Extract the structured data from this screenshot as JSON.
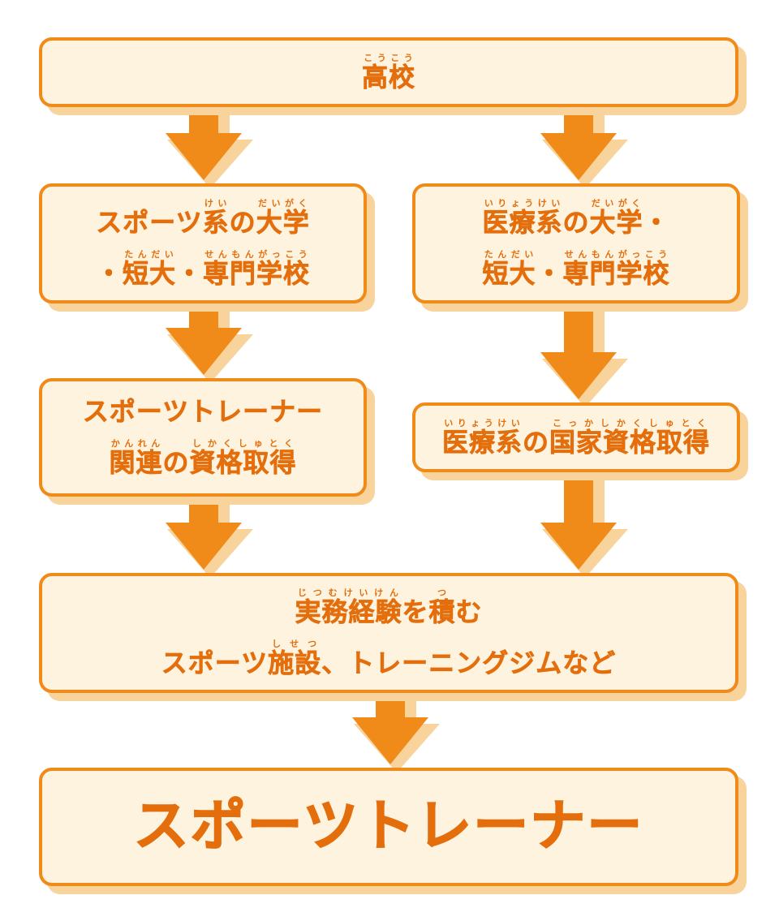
{
  "colors": {
    "accent": "#f08a18",
    "text": "#e46e0c",
    "fill": "#fdf3df",
    "shadow": "#f8d39b"
  },
  "boxes": {
    "top": {
      "lines": [
        [
          {
            "t": "高校",
            "r": "こうこう"
          }
        ]
      ]
    },
    "sports_school": {
      "lines": [
        [
          {
            "t": "スポーツ"
          },
          {
            "t": "系",
            "r": "けい"
          },
          {
            "t": "の"
          },
          {
            "t": "大学",
            "r": "だいがく"
          }
        ],
        [
          {
            "t": "・"
          },
          {
            "t": "短大",
            "r": "たんだい"
          },
          {
            "t": "・"
          },
          {
            "t": "専門学校",
            "r": "せんもんがっこう"
          }
        ]
      ]
    },
    "medical_school": {
      "lines": [
        [
          {
            "t": "医療系",
            "r": "いりょうけい"
          },
          {
            "t": "の"
          },
          {
            "t": "大学",
            "r": "だいがく"
          },
          {
            "t": "・"
          }
        ],
        [
          {
            "t": "短大",
            "r": "たんだい"
          },
          {
            "t": "・"
          },
          {
            "t": "専門学校",
            "r": "せんもんがっこう"
          }
        ]
      ]
    },
    "sports_qual": {
      "lines": [
        [
          {
            "t": "スポーツトレーナー"
          }
        ],
        [
          {
            "t": "関連",
            "r": "かんれん"
          },
          {
            "t": "の"
          },
          {
            "t": "資格取得",
            "r": "しかくしゅとく"
          }
        ]
      ]
    },
    "medical_qual": {
      "lines": [
        [
          {
            "t": "医療系",
            "r": "いりょうけい"
          },
          {
            "t": "の"
          },
          {
            "t": "国家資格取得",
            "r": "こっかしかくしゅとく"
          }
        ]
      ]
    },
    "experience": {
      "lines": [
        [
          {
            "t": "実務経験",
            "r": "じつむけいけん"
          },
          {
            "t": "を"
          },
          {
            "t": "積",
            "r": "つ"
          },
          {
            "t": "む"
          }
        ],
        [
          {
            "t": "スポーツ"
          },
          {
            "t": "施設",
            "r": "しせつ"
          },
          {
            "t": "、トレーニングジムなど"
          }
        ]
      ]
    },
    "final": {
      "lines": [
        [
          {
            "t": "スポーツトレーナー"
          }
        ]
      ]
    }
  }
}
